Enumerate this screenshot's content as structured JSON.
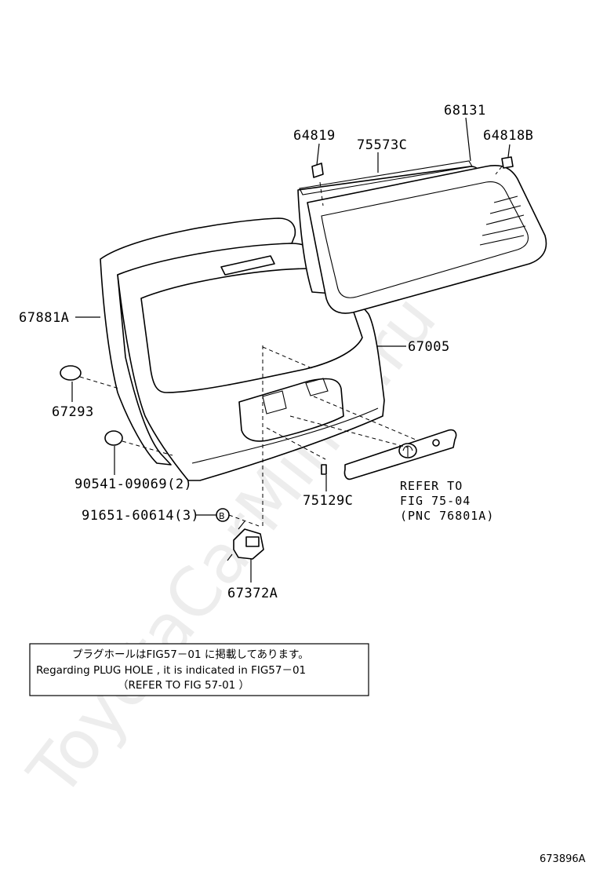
{
  "watermark": "ToyotaCarMiner.ru",
  "parts": {
    "p68131": "68131",
    "p64819": "64819",
    "p75573C": "75573C",
    "p64818B": "64818B",
    "p67881A": "67881A",
    "p67005": "67005",
    "p67293": "67293",
    "p90541": "90541-09069(2)",
    "p75129C": "75129C",
    "p91651": "91651-60614(3)",
    "p67372A": "67372A"
  },
  "refer": {
    "line1": "REFER TO",
    "line2": "FIG 75-04",
    "line3": "(PNC 76801A)"
  },
  "note": {
    "line1": "プラグホールはFIG57－01 に掲載してあります。",
    "line2": "Regarding  PLUG HOLE  , it is  indicated  in  FIG57－01",
    "line3": "（REFER TO FIG 57-01   ）"
  },
  "figure_id": "673896A"
}
